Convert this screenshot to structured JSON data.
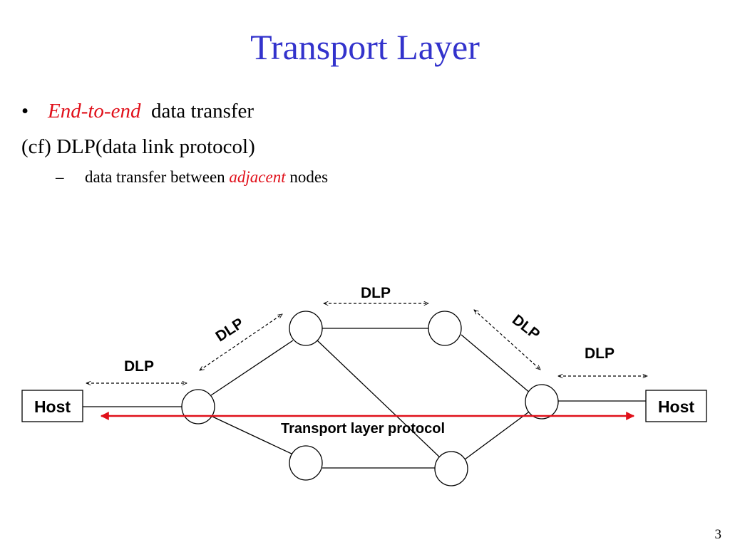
{
  "slide": {
    "title": "Transport Layer",
    "bullet1": {
      "bullet": "•",
      "emph": "End-to-end",
      "rest": "data transfer"
    },
    "line2": "(cf) DLP(data link protocol)",
    "sub": {
      "dash": "–",
      "pre": "data transfer between",
      "emph": "adjacent",
      "post": "nodes"
    },
    "page_number": "3"
  },
  "diagram": {
    "host_left": "Host",
    "host_right": "Host",
    "dlp_labels": [
      "DLP",
      "DLP",
      "DLP",
      "DLP",
      "DLP"
    ],
    "protocol_label": "Transport layer protocol",
    "colors": {
      "protocol_arrow": "#e0101a",
      "title": "#3333cc",
      "emphasis": "#e0101a"
    }
  }
}
